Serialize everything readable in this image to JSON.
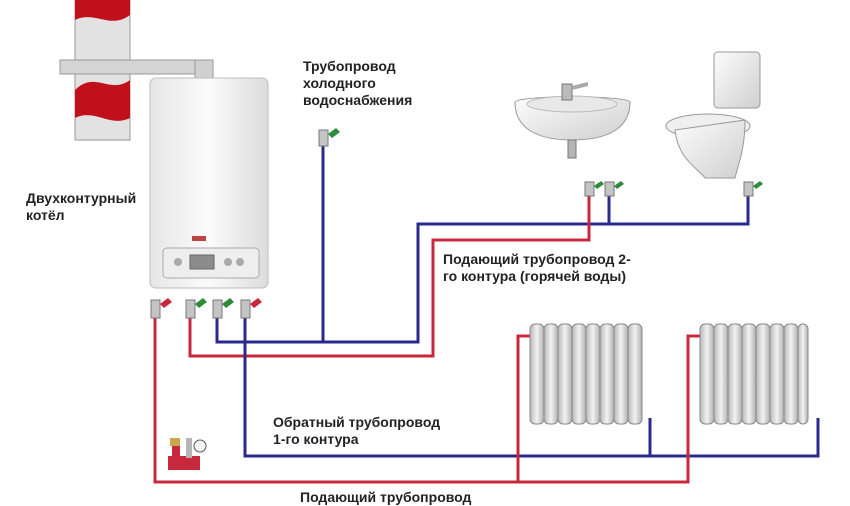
{
  "labels": {
    "boiler": "Двухконтурный\nкотёл",
    "cold_water": "Трубопровод\nхолодного\nводоснабжения",
    "hot_supply": "Подающий трубопровод 2-\nго контура (горячей воды)",
    "return_1": "Обратный трубопровод\n1-го контура",
    "supply": "Подающий трубопровод"
  },
  "colors": {
    "hot_pipe": "#c8283c",
    "cold_pipe": "#2a2a8c",
    "valve_green": "#2e8b3a",
    "valve_red": "#c8283c",
    "chimney_red": "#c0101c",
    "text": "#222222"
  }
}
